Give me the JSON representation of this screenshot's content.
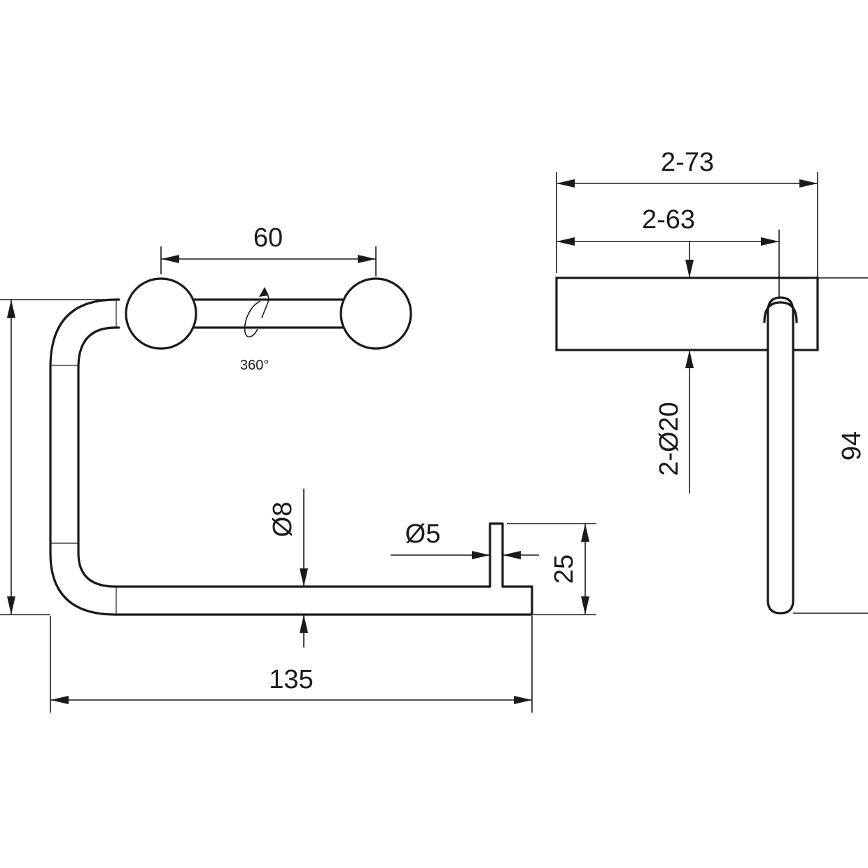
{
  "diagram": {
    "colors": {
      "line": "#1a1a1a",
      "background": "#ffffff"
    },
    "front_view": {
      "width_label": "135",
      "spacing_label": "60",
      "rod_diameter_label": "Ø8",
      "pin_diameter_label": "Ø5",
      "pin_height_label": "25",
      "rotation_label": "360°"
    },
    "side_view": {
      "overall_depth_label": "2-73",
      "arm_offset_label": "2-63",
      "rosette_diameter_label": "2-Ø20",
      "height_label": "94"
    }
  }
}
